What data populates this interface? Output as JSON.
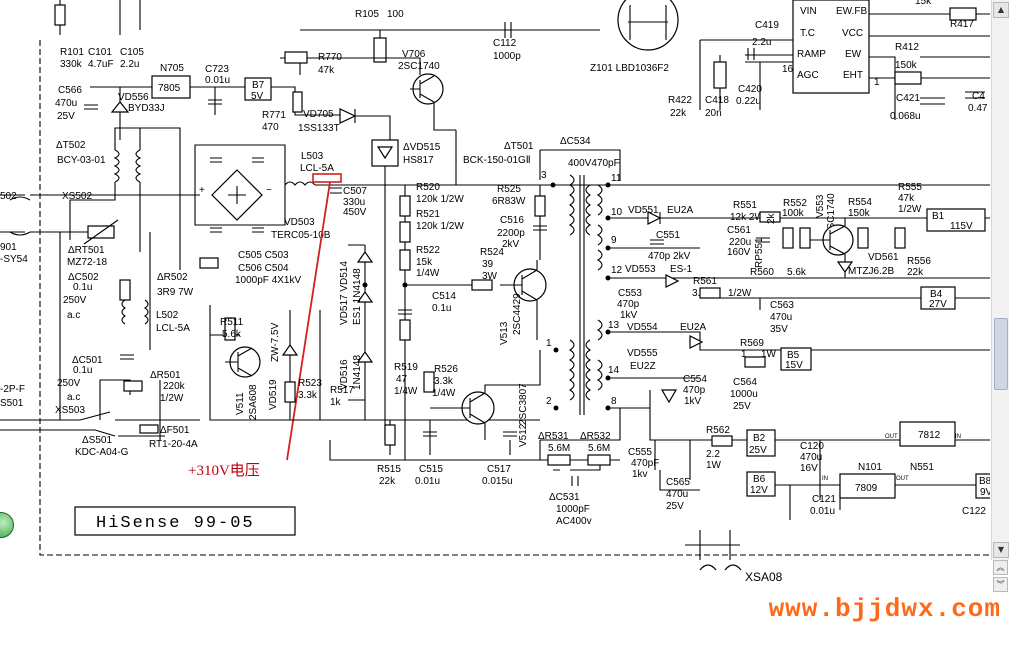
{
  "labels": {
    "r105": "R105",
    "r105_val": "100",
    "c112": "C112",
    "c112_val": "1000p",
    "z101": "Z101 LBD1036F2",
    "c419": "C419",
    "c419_val": "2.2u",
    "r417": "R417",
    "r417_val": "15k",
    "ic_vin": "VIN",
    "ic_ewfb": "EW.FB",
    "ic_tc": "T.C",
    "ic_vcc": "VCC",
    "ic_ramp": "RAMP",
    "ic_ew": "EW",
    "ic_agc": "AGC",
    "ic_eht": "EHT",
    "ic_pin16": "16",
    "ic_pin1": "1",
    "r412": "R412",
    "r412_val": "150k",
    "r422": "R422",
    "r422_val": "22k",
    "c418": "C418",
    "c418_val": "20n",
    "c420": "C420",
    "c420_val": "0.22u",
    "c421": "C421",
    "c421_val": "0.068u",
    "c4x": "C4",
    "c4x_val": "0.47",
    "r101": "R101",
    "r101_val": "330k",
    "c101": "C101",
    "c101_val": "4.7uF",
    "c105": "C105",
    "c105_val": "2.2u",
    "n705": "N705",
    "n705_part": "7805",
    "c723": "C723",
    "c723_val": "0.01u",
    "b7": "B7",
    "b7_val": "5V",
    "r770": "R770",
    "r770_val": "47k",
    "v706": "V706",
    "v706_part": "2SC1740",
    "c566": "C566",
    "c566_val": "470u",
    "c566_v": "25V",
    "vd556": "VD556",
    "vd556_part": "BYD33J",
    "r771": "R771",
    "r771_val": "470",
    "vd705": "VD705",
    "vd705_part": "1SS133T",
    "t502": "ΔT502",
    "t502_part": "BCY-03-01",
    "vd515": "ΔVD515",
    "vd515_part": "HS817",
    "t501": "ΔT501",
    "t501_part": "BCK-150-01GⅡ",
    "c534": "ΔC534",
    "c534_val": "400V470pF",
    "l503": "L503",
    "l503_part": "LCL-5A",
    "c507": "C507",
    "c507_val": "330u",
    "c507_v": "450V",
    "r520": "R520",
    "r520_val": "120k 1/2W",
    "r521": "R521",
    "r521_val": "120k 1/2W",
    "r525": "R525",
    "r525_val": "6R83W",
    "c516": "C516",
    "c516_val": "2200p",
    "c516_v": "2kV",
    "xs502": "XS502",
    "s502": "502",
    "vd503": "VD503",
    "vd503_part": "TERC05-10B",
    "rt501": "ΔRT501",
    "rt501_part": "MZ72-18",
    "sy54": "-SY54",
    "x901": "901",
    "c505": "C505 C503",
    "c506": "C506 C504",
    "c505_val": "1000pF 4X1kV",
    "c502": "ΔC502",
    "c502_val": "0.1u",
    "c502_v": "250V",
    "c502_ac": "a.c",
    "r502": "ΔR502",
    "r502_val": "3R9 7W",
    "l502": "L502",
    "l502_part": "LCL-5A",
    "r511": "R511",
    "r511_val": "5.6k",
    "zw": "ZW-7.5V",
    "vd517": "VD517 VD514",
    "vd517_part": "ES1  1N4148",
    "vd516": "VD516",
    "vd516_part": "1N4148",
    "r522": "R522",
    "r522_val": "15k",
    "r522_w": "1/4W",
    "r524": "R524",
    "r524_val": "39",
    "r524_w": "3W",
    "c514": "C514",
    "c514_val": "0.1u",
    "v513": "V513",
    "v513_part": "2SC4429",
    "v511": "V511",
    "v511_part": "2SA608",
    "vd519": "VD519",
    "r523": "R523",
    "r523_val": "3.3k",
    "r517": "R517",
    "r517_val": "1k",
    "r519": "R519",
    "r519_val": "47",
    "r519_w": "1/4W",
    "r526": "R526",
    "r526_val": "3.3k",
    "r526_w": "1/4W",
    "v512": "V512",
    "v512_part": "2SC3807",
    "c501": "ΔC501",
    "c501_val": "0.1u",
    "c501_v": "250V",
    "c501_ac": "a.c",
    "r501": "ΔR501",
    "r501_val": "220k",
    "r501_w": "1/2W",
    "xs501": "-2P-F",
    "s501": "S501",
    "xs503": "XS503",
    "sw501": "ΔS501",
    "sw501_part": "KDC-A04-G",
    "f501": "ΔF501",
    "f501_part": "RT1-20-4A",
    "r515": "R515",
    "r515_val": "22k",
    "c515": "C515",
    "c515_val": "0.01u",
    "c517": "C517",
    "c517_val": "0.015u",
    "r531": "ΔR531",
    "r531_val": "5.6M",
    "r532": "ΔR532",
    "r532_val": "5.6M",
    "c531": "ΔC531",
    "c531_val": "1000pF",
    "c531_v": "AC400v",
    "pin3": "3",
    "pin11": "11",
    "pin10": "10",
    "pin9": "9",
    "pin12": "12",
    "pin1": "1",
    "pin13": "13",
    "pin14": "14",
    "pin2": "2",
    "pin8": "8",
    "vd551": "VD551",
    "vd551_part": "EU2A",
    "c551": "C551",
    "c551_val": "470p 2kV",
    "r551": "R551",
    "r551_val": "12k 2W",
    "c561": "C561",
    "c561_val": "220u",
    "c561_v": "160V",
    "rp551": "RP551",
    "rp551_val": "2k",
    "r552": "R552",
    "r552_val": "100k",
    "v553": "V553",
    "v553_part": "2SC1740",
    "r554": "R554",
    "r554_val": "150k",
    "r555": "R555",
    "r555_val": "47k",
    "r555_w": "1/2W",
    "b1": "B1",
    "b1_val": "115V",
    "vd561": "VD561",
    "vd561_part": "MTZJ6.2B",
    "r556": "R556",
    "r556_val": "22k",
    "r560": "R560",
    "r560_val": "5.6k",
    "vd553": "VD553",
    "vd553_part": "ES-1",
    "r561": "R561",
    "r561_val": "3.3k",
    "r561_w": "1/2W",
    "c553": "C553",
    "c553_val": "470p",
    "c553_v": "1kV",
    "c563": "C563",
    "c563_val": "470u",
    "c563_v": "35V",
    "b4": "B4",
    "b4_val": "27V",
    "vd554": "VD554",
    "vd554_part": "EU2A",
    "r569": "R569",
    "r569_val": "1",
    "r569_w": "1W",
    "b5": "B5",
    "b5_val": "15V",
    "vd555": "VD555",
    "vd555_part": "EU2Z",
    "c554": "C554",
    "c554_val": "470p",
    "c554_v": "1kV",
    "c564": "C564",
    "c564_val": "1000u",
    "c564_v": "25V",
    "r562": "R562",
    "r562_val": "2.2",
    "r562_w": "1W",
    "b2": "B2",
    "b2_val": "25V",
    "c555": "C555",
    "c555_val": "470pF",
    "c555_v": "1kv",
    "c565": "C565",
    "c565_val": "470u",
    "c565_v": "25V",
    "c120": "C120",
    "c120_val": "470u",
    "c120_v": "16V",
    "n551": "N551",
    "n551_part": "7812",
    "n101": "N101",
    "n101_part": "7809",
    "out_label": "OUT",
    "in_label": "IN",
    "b6": "B6",
    "b6_val": "12V",
    "b8": "B8",
    "b8_val": "9V",
    "c121": "C121",
    "c121_val": "0.01u",
    "c122": "C122",
    "xsa08": "XSA08",
    "brand_box": "HiSense 99-05",
    "annotation": "+310V电压",
    "watermark": "www.bjjdwx.com"
  }
}
